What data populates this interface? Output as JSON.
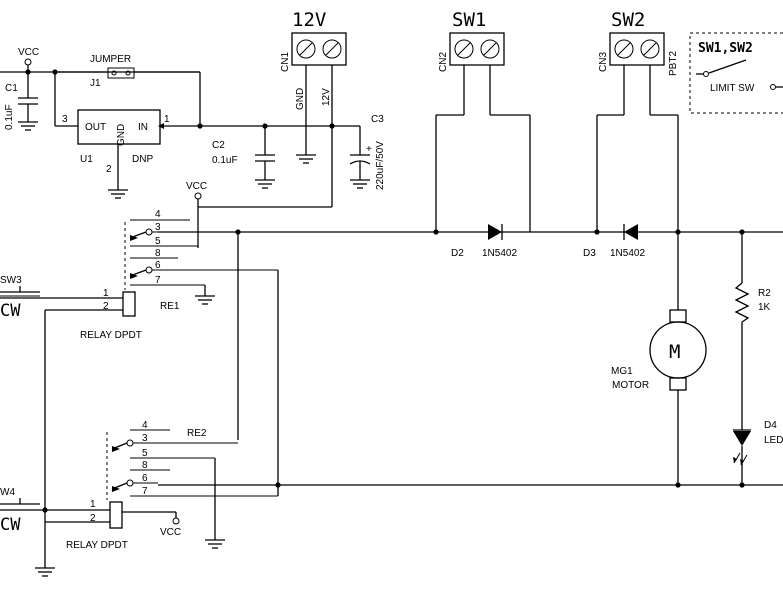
{
  "power": {
    "vcc_top": "VCC",
    "vcc_mid": "VCC",
    "vcc_bot": "VCC",
    "jumper": "JUMPER",
    "j1": "J1",
    "c1": "C1",
    "c1_value": "0.1uF",
    "u1_out": "OUT",
    "u1_gnd": "GND",
    "u1_in": "IN",
    "u1": "U1",
    "u1_dnp": "DNP",
    "pin3": "3",
    "pin1": "1",
    "pin2": "2",
    "c2": "C2",
    "c2_value": "0.1uF",
    "c3": "C3",
    "c3_value": "220uF/50V",
    "c3_plus": "+"
  },
  "connectors": {
    "cn1_title": "12V",
    "cn1": "CN1",
    "cn1_gnd": "GND",
    "cn1_12v": "12V",
    "sw1_title": "SW1",
    "cn2": "CN2",
    "sw2_title": "SW2",
    "cn3": "CN3",
    "pbt2": "PBT2"
  },
  "legend": {
    "title": "SW1,SW2",
    "caption": "LIMIT SW"
  },
  "relay1": {
    "pins": [
      "4",
      "3",
      "5",
      "8",
      "6",
      "7"
    ],
    "name": "RE1",
    "coil1": "1",
    "coil2": "2",
    "caption": "RELAY DPDT",
    "switch": "SW3",
    "direction": "CW"
  },
  "relay2": {
    "pins": [
      "4",
      "3",
      "5",
      "8",
      "6",
      "7"
    ],
    "name": "RE2",
    "coil1": "1",
    "coil2": "2",
    "caption": "RELAY DPDT",
    "switch": "W4",
    "direction": "CW"
  },
  "diodes": {
    "d2": "D2",
    "d2_part": "1N5402",
    "d3": "D3",
    "d3_part": "1N5402"
  },
  "motor": {
    "symbol": "M",
    "ref": "MG1",
    "name": "MOTOR"
  },
  "indicator": {
    "r2": "R2",
    "r2_value": "1K",
    "d4": "D4",
    "d4_type": "LED"
  }
}
